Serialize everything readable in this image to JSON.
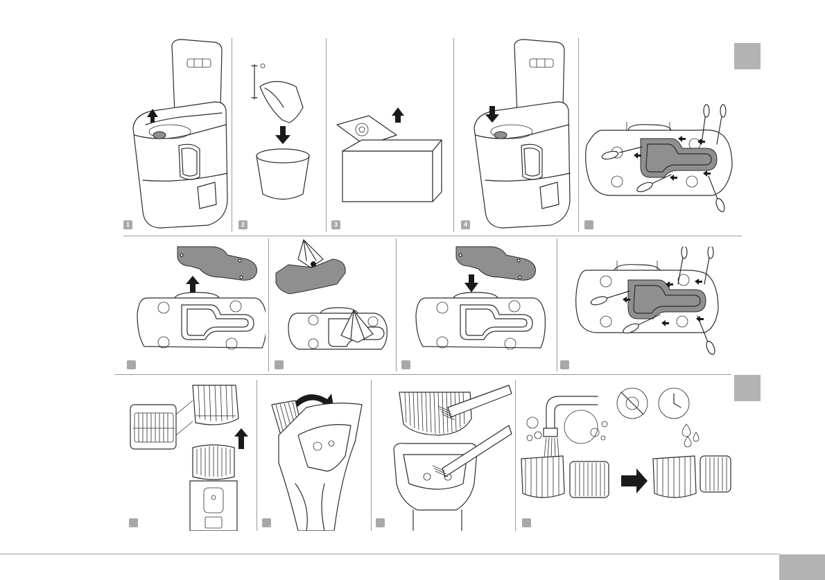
{
  "row1": {
    "steps": [
      {
        "badge": "1",
        "desc": "open-lid-lift-filter"
      },
      {
        "badge": "2",
        "desc": "empty-bag-into-bin"
      },
      {
        "badge": "3",
        "desc": "lift-new-bag-from-box"
      },
      {
        "badge": "4",
        "desc": "insert-filter-close"
      },
      {
        "badge": "",
        "desc": "unscrew-duct-cover"
      }
    ]
  },
  "row2": {
    "steps": [
      {
        "badge": "",
        "desc": "lift-duct-cover"
      },
      {
        "badge": "",
        "desc": "wipe-with-cloth"
      },
      {
        "badge": "",
        "desc": "replace-duct-cover"
      },
      {
        "badge": "",
        "desc": "screw-duct-cover"
      }
    ]
  },
  "row3": {
    "steps": [
      {
        "badge": "",
        "desc": "remove-comb"
      },
      {
        "badge": "",
        "desc": "open-head"
      },
      {
        "badge": "",
        "desc": "brush-clean"
      },
      {
        "badge": "",
        "desc": "rinse-and-dry"
      }
    ]
  },
  "colors": {
    "badge": "#a8a8a8",
    "tab": "#b3b3b3",
    "divider": "#9a9a9a",
    "ink": "#2b2b2b",
    "cover": "#8f8f8f"
  }
}
